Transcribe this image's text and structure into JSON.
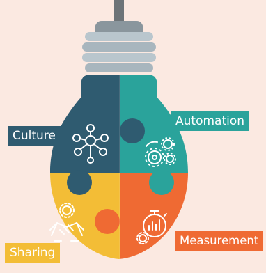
{
  "labels": {
    "culture": "Culture",
    "automation": "Automation",
    "sharing": "Sharing",
    "measurement": "Measurement"
  },
  "colors": {
    "background": "#fbe9e1",
    "culture": "#2f5b70",
    "automation": "#2aa39b",
    "sharing": "#f3bd36",
    "measurement": "#ef6a33",
    "bulb_base": "#b9c6cd",
    "cord": "#6d7478"
  },
  "icons": {
    "culture": "people-network-icon",
    "automation": "gears-icon",
    "sharing": "handshake-icon",
    "measurement": "stopwatch-chart-icon"
  }
}
